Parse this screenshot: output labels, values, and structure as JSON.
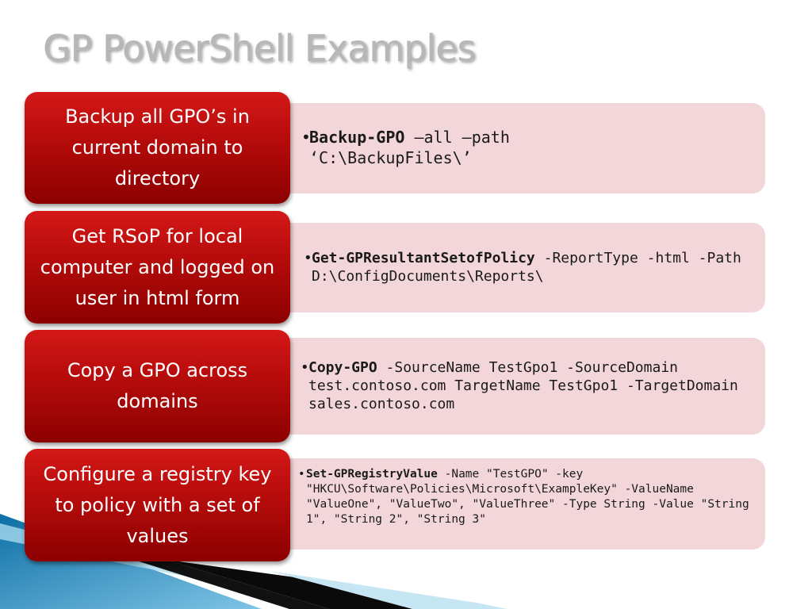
{
  "slide": {
    "title": "GP PowerShell Examples"
  },
  "rows": [
    {
      "label": "Backup all GPO’s in current domain to directory",
      "command": "Backup-GPO",
      "args": " –all –path ‘C:\\BackupFiles\\’"
    },
    {
      "label": "Get RSoP for local computer and logged on user in html form",
      "command": "Get-GPResultantSetofPolicy",
      "args": " -ReportType -html -Path D:\\ConfigDocuments\\Reports\\"
    },
    {
      "label": "Copy a GPO across domains",
      "command": "Copy-GPO",
      "args": " -SourceName TestGpo1 -SourceDomain test.contoso.com TargetName TestGpo1 -TargetDomain sales.contoso.com"
    },
    {
      "label": "Configure a registry key to policy with a set of values",
      "command": "Set-GPRegistryValue",
      "args": " -Name \"TestGPO\" -key \"HKCU\\Software\\Policies\\Microsoft\\ExampleKey\" -ValueName \"ValueOne\",   \"ValueTwo\", \"ValueThree\" -Type String -Value \"String 1\", \"String 2\", \"String 3\""
    }
  ],
  "bullet": "•"
}
